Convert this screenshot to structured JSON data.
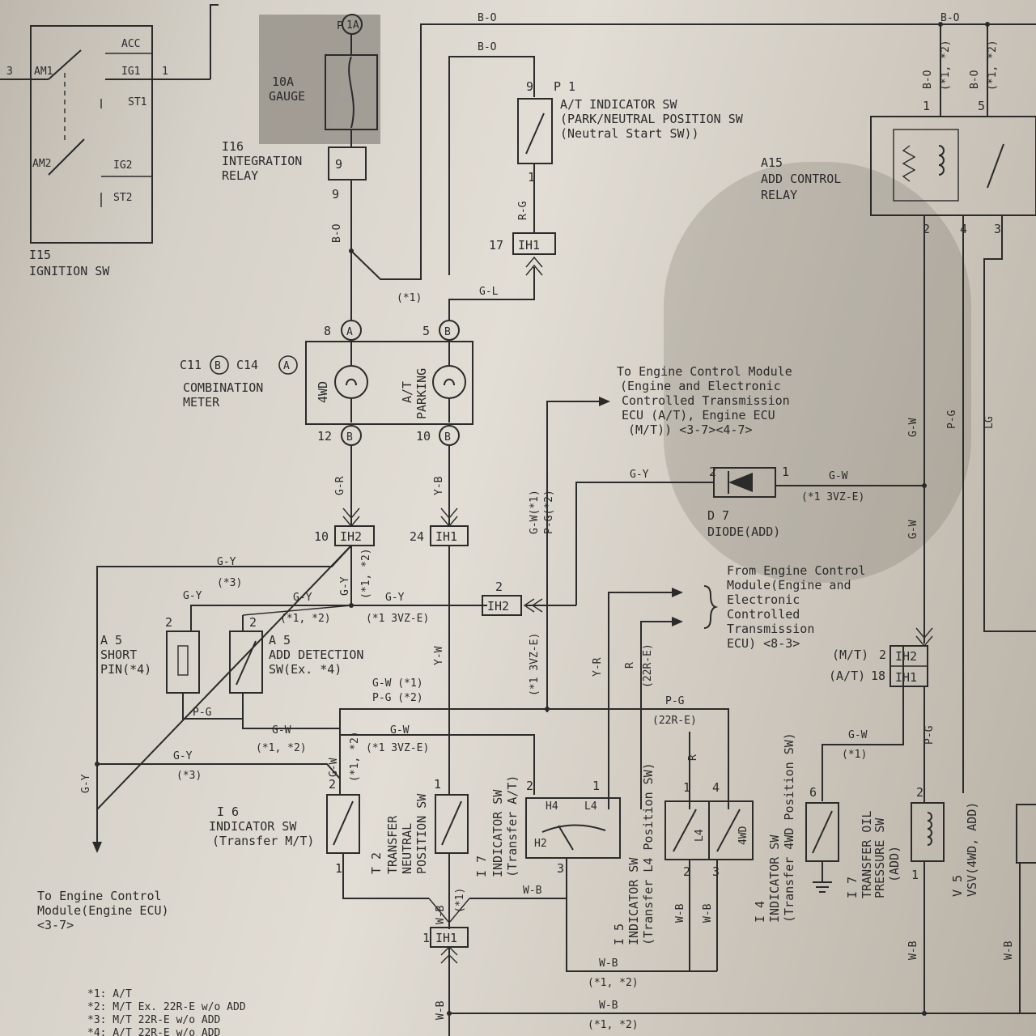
{
  "components": {
    "i15": {
      "id": "I15",
      "name": "IGNITION SW",
      "terminals": [
        "ACC",
        "AM1",
        "IG1",
        "ST1",
        "AM2",
        "IG2",
        "ST2"
      ],
      "pins": [
        "3",
        "1"
      ]
    },
    "gauge_fuse": {
      "pin": "P",
      "pin2": "1A",
      "line1": "10A",
      "line2": "GAUGE"
    },
    "i16": {
      "id": "I16",
      "line1": "INTEGRATION",
      "line2": "RELAY",
      "pin_top": "9",
      "pin_bottom": "9"
    },
    "p1": {
      "id": "P 1",
      "line1": "A/T INDICATOR SW",
      "line2": "(PARK/NEUTRAL POSITION SW",
      "line3": "(Neutral Start SW))",
      "pin_top": "9",
      "pin_bottom": "1"
    },
    "a15": {
      "id": "A15",
      "line1": "ADD CONTROL",
      "line2": "RELAY",
      "pins_top": [
        "1",
        "5"
      ],
      "pins_bottom": [
        "2",
        "4",
        "3"
      ]
    },
    "meter": {
      "id": "C11",
      "conn_b": "B",
      "id2": "C14",
      "conn_a": "A",
      "line1": "COMBINATION",
      "line2": "METER",
      "lamp1": "4WD",
      "lamp2a": "A/T",
      "lamp2b": "PARKING",
      "pins": [
        "8",
        "A",
        "5",
        "B",
        "12",
        "B",
        "10",
        "B"
      ]
    },
    "d7": {
      "id": "D 7",
      "name": "DIODE(ADD)",
      "pin_l": "2",
      "pin_r": "1"
    },
    "a5_pin": {
      "id": "A 5",
      "line1": "SHORT",
      "line2": "PIN(*4)",
      "pin": "2"
    },
    "a5_sw": {
      "id": "A 5",
      "line1": "ADD DETECTION",
      "line2": "SW(Ex. *4)",
      "pin": "2"
    },
    "i6": {
      "id": "I 6",
      "line1": "INDICATOR SW",
      "line2": "(Transfer M/T)",
      "pin": "2"
    },
    "t2": {
      "id": "T 2",
      "line1": "TRANSFER",
      "line2": "NEUTRAL",
      "line3": "POSITION SW",
      "pin": "1"
    },
    "i7": {
      "id": "I 7",
      "line1": "INDICATOR SW",
      "line2": "(Transfer A/T)",
      "pins": [
        "2",
        "1",
        "3"
      ],
      "h4": "H4",
      "l4": "L4",
      "h2": "H2"
    },
    "i5": {
      "id": "I 5",
      "line1": "INDICATOR SW",
      "line2": "(Transfer L4 Position SW)",
      "pins": [
        "1",
        "2"
      ],
      "tag": "L4"
    },
    "i4": {
      "id": "I 4",
      "line1": "INDICATOR SW",
      "line2": "(Transfer 4WD Position SW)",
      "pins": [
        "4",
        "3"
      ],
      "tag": "4WD"
    },
    "i7b": {
      "id": "I 7",
      "line1": "TRANSFER OIL",
      "line2": "PRESSURE SW",
      "line3": "(ADD)",
      "pin": "6"
    },
    "v5": {
      "id": "V 5",
      "line1": "VSV(4WD, ADD)",
      "pins": [
        "2",
        "1"
      ]
    }
  },
  "connectors": {
    "ih1_17": {
      "pin": "17",
      "name": "IH1"
    },
    "ih2_10": {
      "pin": "10",
      "name": "IH2"
    },
    "ih1_24": {
      "pin": "24",
      "name": "IH1"
    },
    "ih2_2": {
      "pin": "2",
      "name": "IH2"
    },
    "ih2_mt": {
      "cond": "(M/T)",
      "pin": "2",
      "name": "IH2"
    },
    "ih1_at": {
      "cond": "(A/T)",
      "pin": "18",
      "name": "IH1"
    },
    "ih1_1": {
      "pin": "1",
      "name": "IH1"
    }
  },
  "wires": {
    "bo": "B-O",
    "bo2": "B-O",
    "bo3": "B-O",
    "bo4": "B-O",
    "bo5": "B-O",
    "bo_note": "(*1, *2)",
    "bo_note2": "(*1, *2)",
    "star1": "(*1)",
    "rg": "R-G",
    "gl": "G-L",
    "gr": "G-R",
    "yb": "Y-B",
    "gw_pg_1": "G-W(*1)",
    "gw_pg_2": "P-G(*2)",
    "gy": "G-Y",
    "gw": "G-W",
    "gw_note": "(*1 3VZ-E)",
    "gw2": "G-W",
    "pg": "P-G",
    "lg": "LG",
    "gy2": "G-Y",
    "gy2_note": "(*3)",
    "gy3": "G-Y",
    "gy4": "G-Y",
    "gy4_note": "(*1, *2)",
    "gy5": "G-Y",
    "gy5_note": "(*1 3VZ-E)",
    "gy_main": "G-Y",
    "gy_main_note": "(*1, *2)",
    "yw": "Y-W",
    "star3vz": "(*1 3VZ-E)",
    "yr": "Y-R",
    "r1": "R",
    "r1_note": "(22R-E)",
    "gw_pg_3": "G-W (*1)",
    "gw_pg_4": "P-G (*2)",
    "pg_22": "P-G",
    "pg_22_note": "(22R-E)",
    "pg_a5": "P-G",
    "gw3": "G-W",
    "gw3_note": "(*1, *2)",
    "gw4": "G-W",
    "gw4_note": "(*1 3VZ-E)",
    "gw5": "G-W",
    "gw5_note": "(*1, *2)",
    "gy6": "G-Y",
    "gy6_note": "(*3)",
    "gy7": "G-Y",
    "r2": "R",
    "gw6": "G-W",
    "gw6_note": "(*1)",
    "pg2": "P-G",
    "wb1": "W-B",
    "wb2": "W-B",
    "wb3": "W-B",
    "wb4": "W-B",
    "wb5": "W-B",
    "wb6": "W-B",
    "wb_note": "(*1)",
    "wb7": "W-B",
    "wb7_note": "(*1, *2)",
    "wb8": "W-B",
    "wb8_note": "(*1, *2)",
    "wb9": "W-B",
    "wb10": "W-B",
    "wb11": "W-B"
  },
  "labels": {
    "to_ecm_1": "To Engine Control Module",
    "to_ecm_2": "(Engine and Electronic",
    "to_ecm_3": "Controlled Transmission",
    "to_ecm_4": "ECU (A/T), Engine ECU",
    "to_ecm_5": "(M/T)) <3-7><4-7>",
    "from_ecm_1": "From Engine Control",
    "from_ecm_2": "Module(Engine and",
    "from_ecm_3": "Electronic",
    "from_ecm_4": "Controlled",
    "from_ecm_5": "Transmission",
    "from_ecm_6": "ECU) <8-3>",
    "to_ecu_1": "To Engine Control",
    "to_ecu_2": "Module(Engine ECU)",
    "to_ecu_3": "<3-7>"
  },
  "notes": [
    "*1:  A/T",
    "*2:  M/T Ex. 22R-E w/o ADD",
    "*3:  M/T 22R-E w/o ADD",
    "*4:  A/T 22R-E w/o ADD"
  ]
}
